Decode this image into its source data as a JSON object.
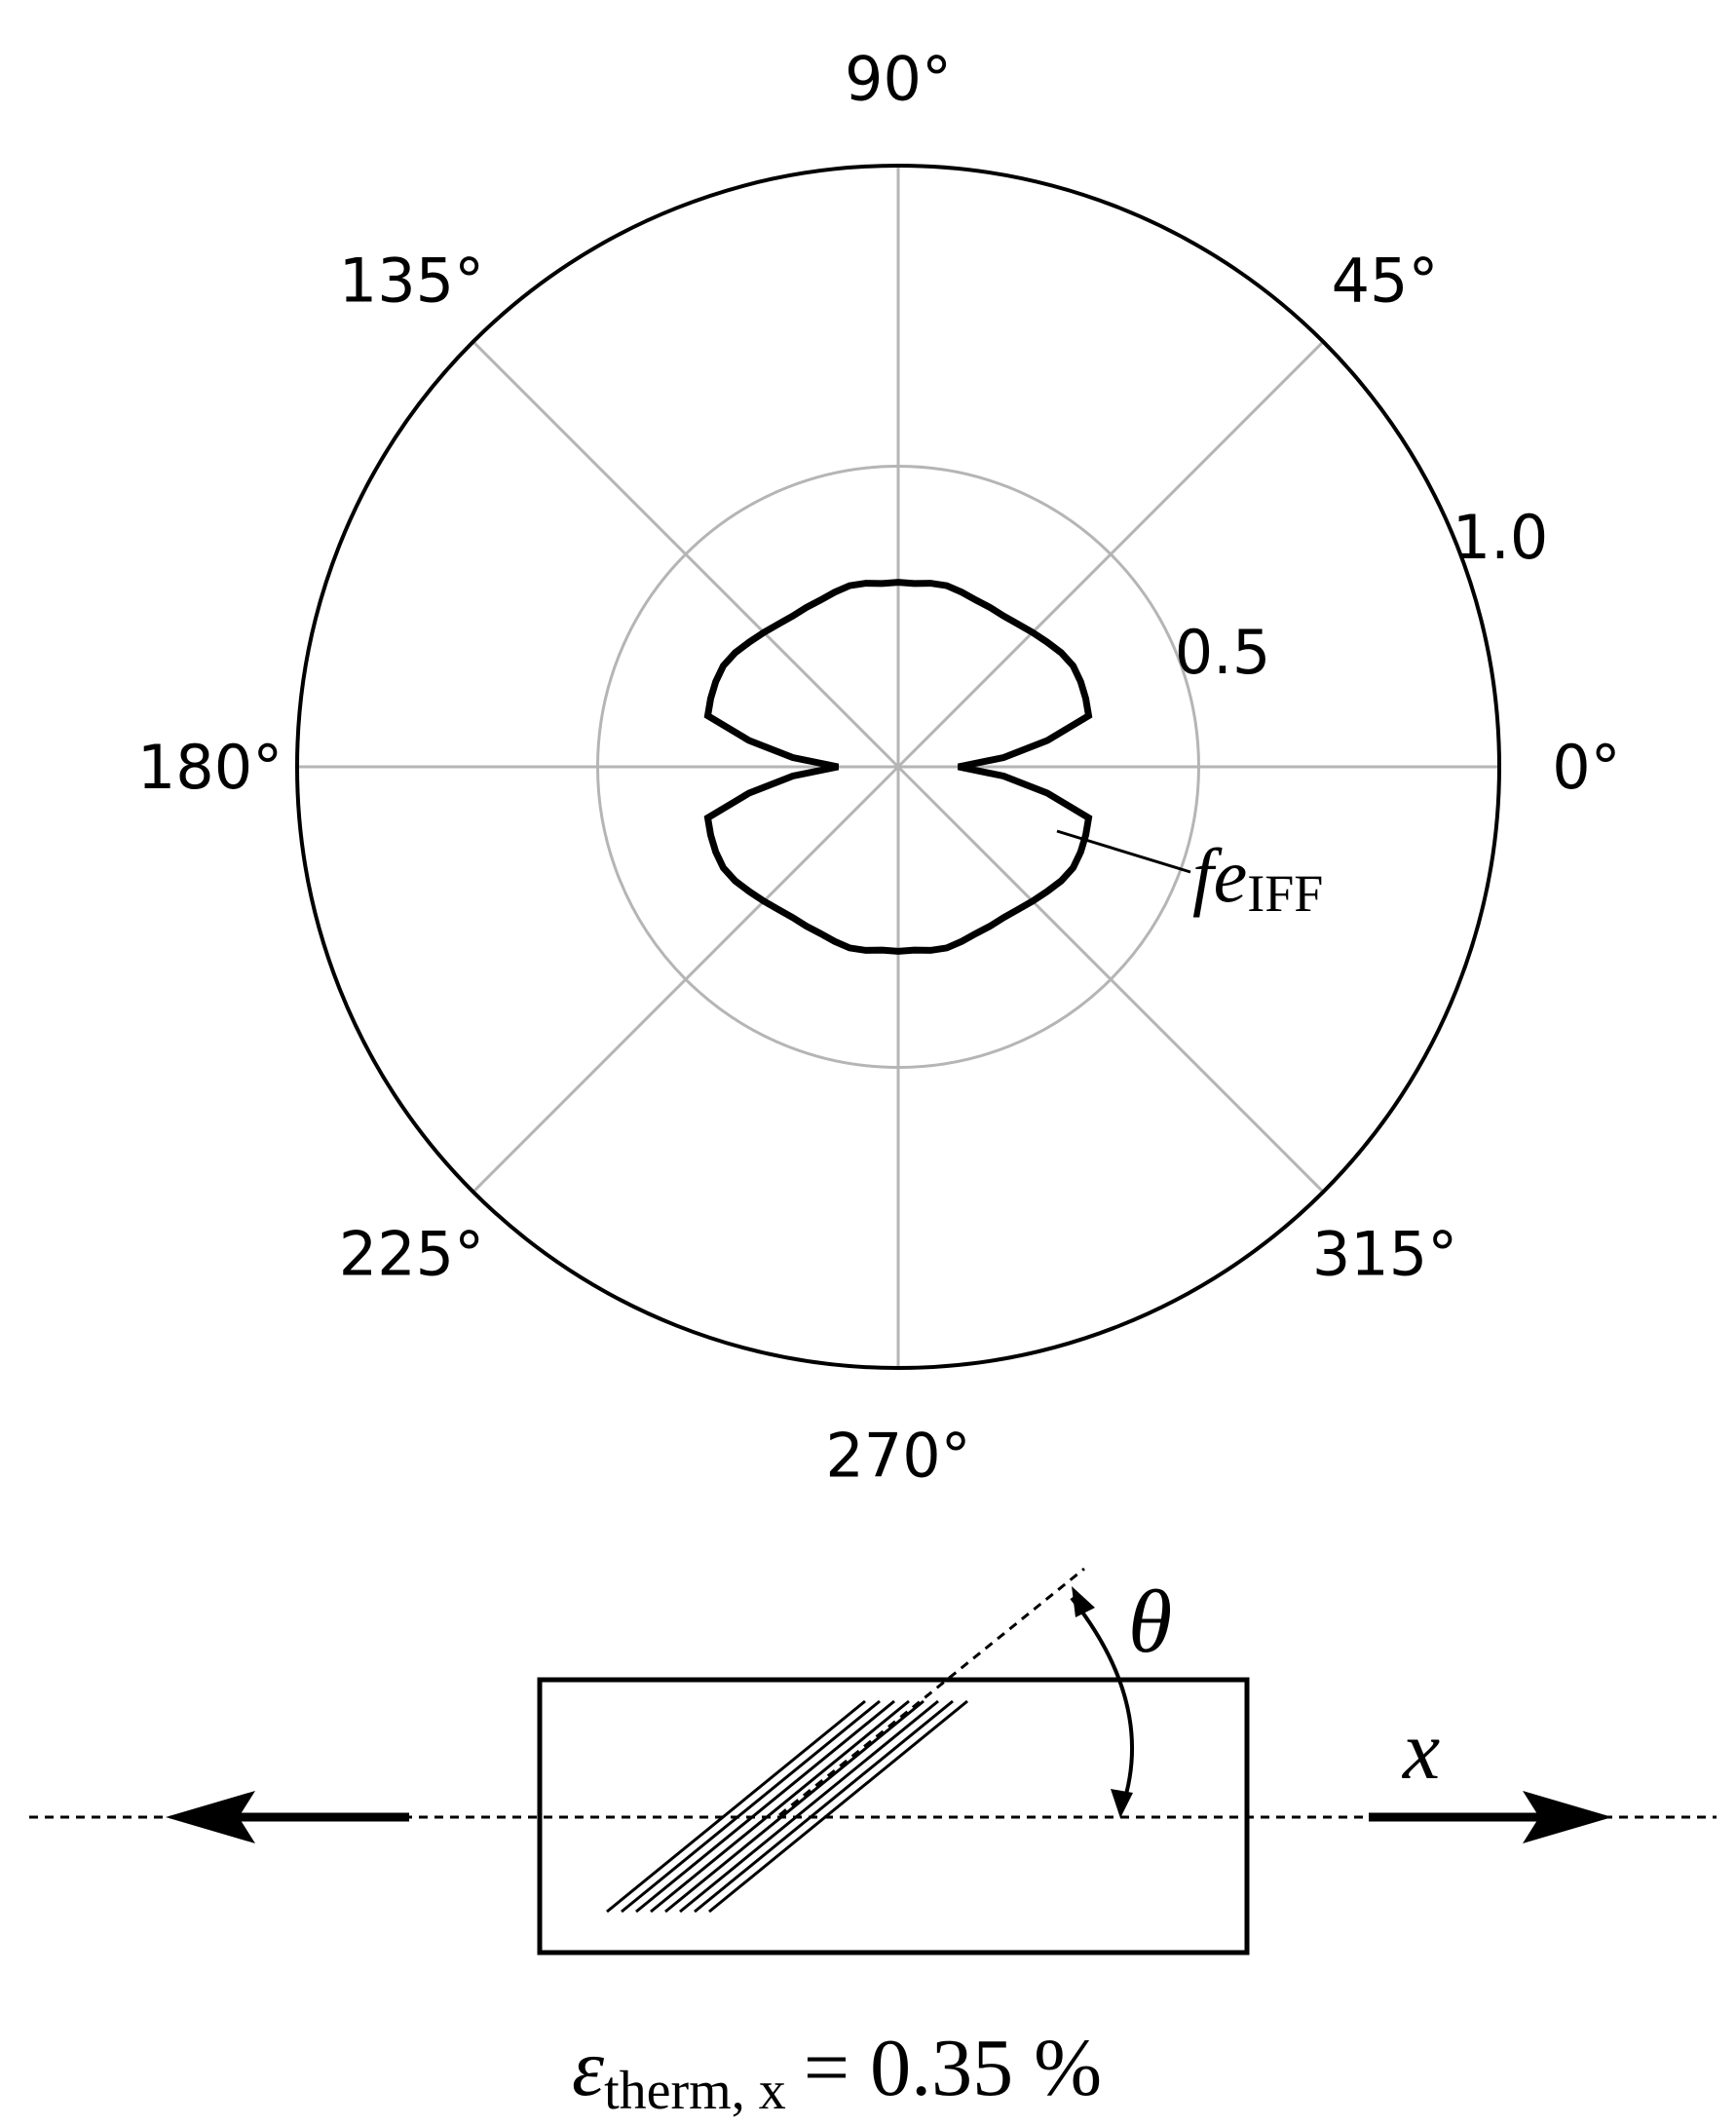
{
  "chart_data": {
    "type": "polar-line",
    "angle_unit": "degrees",
    "angle_ticks": [
      0,
      45,
      90,
      135,
      180,
      225,
      270,
      315
    ],
    "angle_tick_labels": [
      "0°",
      "45°",
      "90°",
      "135°",
      "180°",
      "225°",
      "270°",
      "315°"
    ],
    "radial_range": [
      0,
      1.0
    ],
    "radial_ticks": [
      0.5,
      1.0
    ],
    "radial_tick_labels": [
      "0.5",
      "1.0"
    ],
    "grid": true,
    "series": [
      {
        "name_main": "fe",
        "name_sub": "IFF",
        "theta": [
          0,
          5,
          10,
          15,
          20,
          25,
          30,
          35,
          40,
          45,
          50,
          55,
          60,
          65,
          70,
          75,
          80,
          85,
          90,
          95,
          100,
          105,
          110,
          115,
          120,
          125,
          130,
          135,
          140,
          145,
          150,
          155,
          160,
          165,
          170,
          175,
          180,
          185,
          190,
          195,
          200,
          205,
          210,
          215,
          220,
          225,
          230,
          235,
          240,
          245,
          250,
          255,
          260,
          265,
          270,
          275,
          280,
          285,
          290,
          295,
          300,
          305,
          310,
          315,
          320,
          325,
          330,
          335,
          340,
          345,
          350,
          355
        ],
        "r": [
          0.1,
          0.176,
          0.252,
          0.328,
          0.332,
          0.335,
          0.336,
          0.331,
          0.323,
          0.316,
          0.31,
          0.306,
          0.306,
          0.306,
          0.309,
          0.312,
          0.31,
          0.306,
          0.307,
          0.306,
          0.31,
          0.312,
          0.309,
          0.306,
          0.306,
          0.306,
          0.31,
          0.316,
          0.323,
          0.331,
          0.336,
          0.335,
          0.332,
          0.328,
          0.252,
          0.176,
          0.1,
          0.176,
          0.252,
          0.328,
          0.332,
          0.335,
          0.336,
          0.331,
          0.323,
          0.316,
          0.31,
          0.306,
          0.306,
          0.306,
          0.309,
          0.312,
          0.31,
          0.306,
          0.307,
          0.306,
          0.31,
          0.312,
          0.309,
          0.306,
          0.306,
          0.306,
          0.31,
          0.316,
          0.323,
          0.331,
          0.336,
          0.335,
          0.332,
          0.328,
          0.252,
          0.176
        ]
      }
    ]
  },
  "schematic": {
    "angle_symbol": "θ",
    "axis_symbol": "x",
    "strain_label": {
      "symbol": "ε",
      "subscript": "therm, x",
      "value_text": "= 0.35 %"
    }
  }
}
